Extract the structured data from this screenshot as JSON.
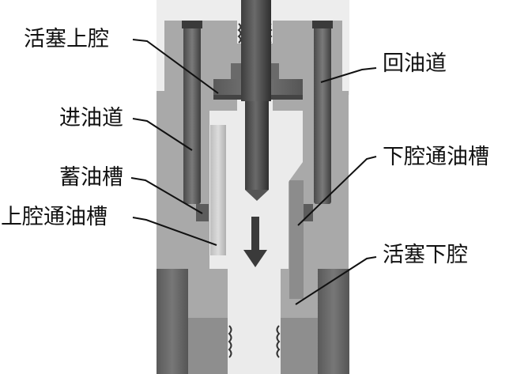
{
  "labels": {
    "piston_upper_chamber": "活塞上腔",
    "oil_inlet": "进油道",
    "oil_storage_groove": "蓄油槽",
    "upper_chamber_oil_groove": "上腔通油槽",
    "oil_return": "回油道",
    "lower_chamber_oil_groove": "下腔通油槽",
    "piston_lower_chamber": "活塞下腔"
  },
  "colors": {
    "background": "#ffffff",
    "outer_body": "#a9a9a9",
    "light_fill": "#ebebeb",
    "dark_part": "#555555",
    "mid_part": "#8c8c8c",
    "leader_line": "#111111",
    "arrow": "#3a3a3a"
  },
  "icons": {
    "flow_arrow": "down-arrow-icon"
  }
}
